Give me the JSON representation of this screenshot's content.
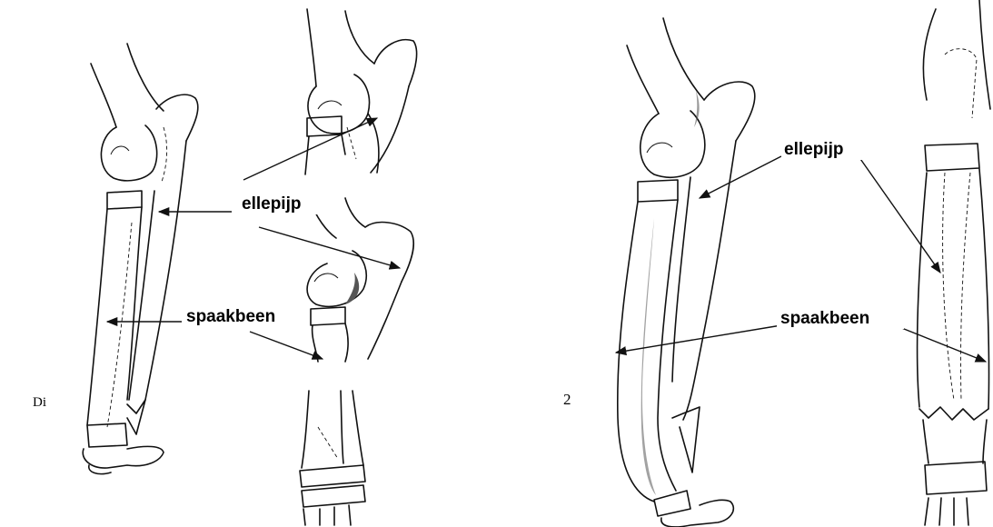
{
  "labels": {
    "ellepijp_left": "ellepijp",
    "spaakbeen_left": "spaakbeen",
    "ellepijp_right": "ellepijp",
    "spaakbeen_right": "spaakbeen",
    "panel_left_id": "Di",
    "panel_right_id": "2"
  },
  "colors": {
    "line": "#111111",
    "background": "#ffffff"
  }
}
